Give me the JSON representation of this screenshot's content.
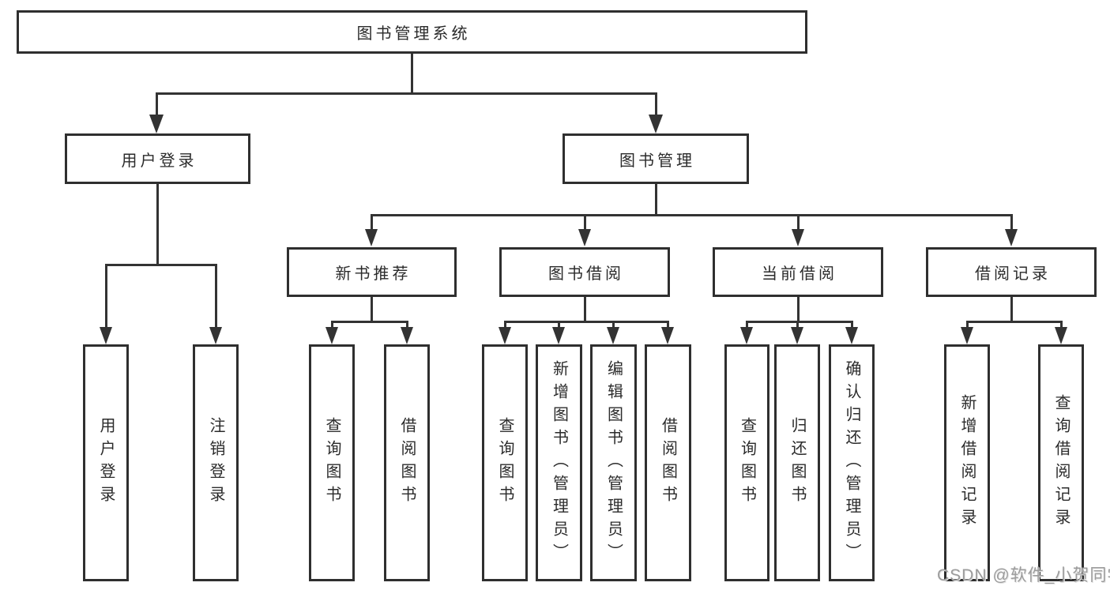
{
  "style": {
    "background": "#ffffff",
    "line_color": "#333333",
    "box_border_color": "#2f2f2f",
    "text_color": "#2b2b2b",
    "watermark_color": "#9c9c9c"
  },
  "watermark": {
    "text": "CSDN @软件_小贺同学"
  },
  "tree": {
    "label": "图书管理系统",
    "children": [
      {
        "label": "用户登录",
        "children": [
          {
            "label": "用户登录"
          },
          {
            "label": "注销登录"
          }
        ]
      },
      {
        "label": "图书管理",
        "children": [
          {
            "label": "新书推荐",
            "children": [
              {
                "label": "查询图书"
              },
              {
                "label": "借阅图书"
              }
            ]
          },
          {
            "label": "图书借阅",
            "children": [
              {
                "label": "查询图书"
              },
              {
                "label": "新增图书（管理员）"
              },
              {
                "label": "编辑图书（管理员）"
              },
              {
                "label": "借阅图书"
              }
            ]
          },
          {
            "label": "当前借阅",
            "children": [
              {
                "label": "查询图书"
              },
              {
                "label": "归还图书"
              },
              {
                "label": "确认归还（管理员）"
              }
            ]
          },
          {
            "label": "借阅记录",
            "children": [
              {
                "label": "新增借阅记录"
              },
              {
                "label": "查询借阅记录"
              }
            ]
          }
        ]
      }
    ]
  }
}
